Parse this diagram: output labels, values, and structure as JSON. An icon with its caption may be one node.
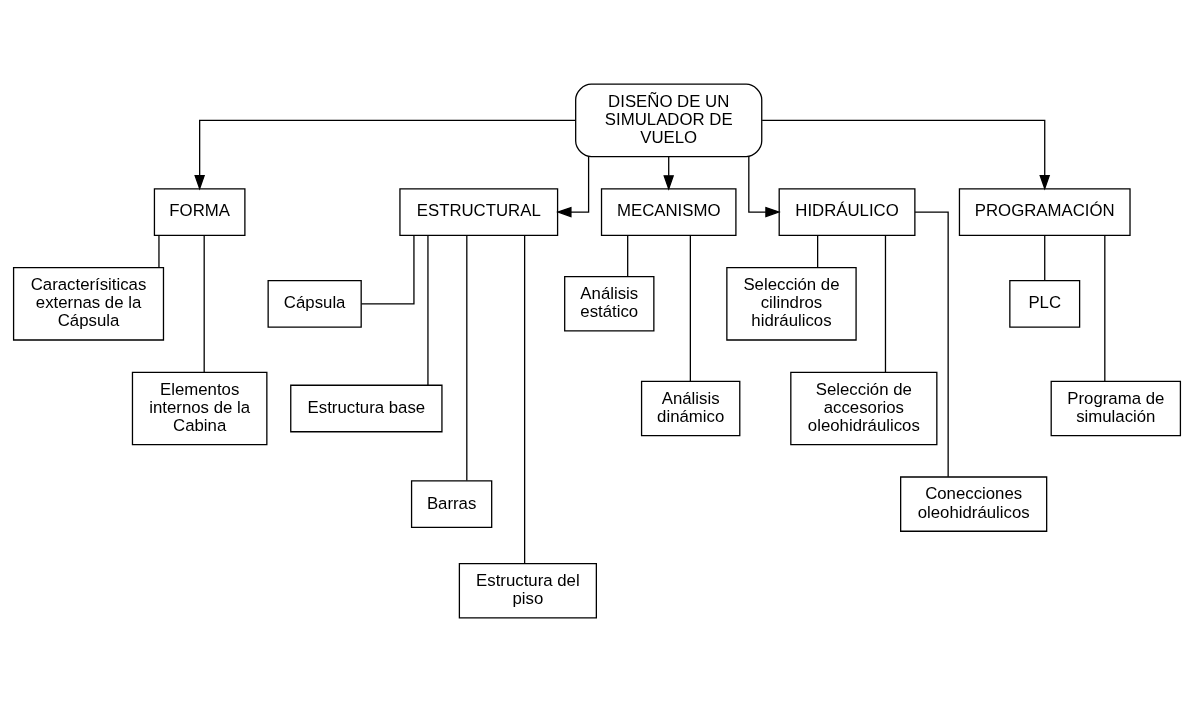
{
  "diagram": {
    "nodes": [
      {
        "text": [
          "DISEÑO DE UN SIMULADOR DE VUELO"
        ]
      },
      {
        "text": [
          "FORMA"
        ]
      },
      {
        "text": [
          "Caracterísiticas externas de la Cápsula"
        ]
      },
      {
        "text": [
          "Elementos internos de la Cabina"
        ]
      },
      {
        "text": [
          "ESTRUCTURAL"
        ]
      },
      {
        "text": [
          "Cápsula"
        ]
      },
      {
        "text": [
          "Estructura base"
        ]
      },
      {
        "text": [
          "Barras"
        ]
      },
      {
        "text": [
          "Estructura del piso"
        ]
      },
      {
        "text": [
          "MECANISMO"
        ]
      },
      {
        "text": [
          "Análisis estático"
        ]
      },
      {
        "text": [
          "Análisis dinámico"
        ]
      },
      {
        "text": [
          "HIDRÁULICO"
        ]
      },
      {
        "text": [
          "Selección de cilindros hidráulicos"
        ]
      },
      {
        "text": [
          "Selección de accesorios oleohidráulicos"
        ]
      },
      {
        "text": [
          "Conecciones oleohidráulicos"
        ]
      },
      {
        "text": [
          "PROGRAMACIÓN"
        ]
      },
      {
        "text": [
          "PLC"
        ]
      },
      {
        "text": [
          "Programa de simulación"
        ]
      }
    ],
    "edges": [
      {
        "from": 0,
        "to": 1,
        "arrow": "to"
      },
      {
        "from": 0,
        "to": 4,
        "arrow": "to"
      },
      {
        "from": 0,
        "to": 9,
        "arrow": "to"
      },
      {
        "from": 0,
        "to": 12,
        "arrow": "to"
      },
      {
        "from": 0,
        "to": 16,
        "arrow": "to"
      },
      {
        "from": 1,
        "to": 2,
        "arrow": "none"
      },
      {
        "from": 1,
        "to": 3,
        "arrow": "none"
      },
      {
        "from": 4,
        "to": 5,
        "arrow": "none"
      },
      {
        "from": 4,
        "to": 6,
        "arrow": "none"
      },
      {
        "from": 4,
        "to": 7,
        "arrow": "none"
      },
      {
        "from": 4,
        "to": 8,
        "arrow": "none"
      },
      {
        "from": 9,
        "to": 10,
        "arrow": "none"
      },
      {
        "from": 9,
        "to": 11,
        "arrow": "none"
      },
      {
        "from": 12,
        "to": 13,
        "arrow": "none"
      },
      {
        "from": 12,
        "to": 14,
        "arrow": "none"
      },
      {
        "from": 12,
        "to": 15,
        "arrow": "none"
      },
      {
        "from": 16,
        "to": 17,
        "arrow": "none"
      },
      {
        "from": 16,
        "to": 18,
        "arrow": "none"
      }
    ]
  }
}
